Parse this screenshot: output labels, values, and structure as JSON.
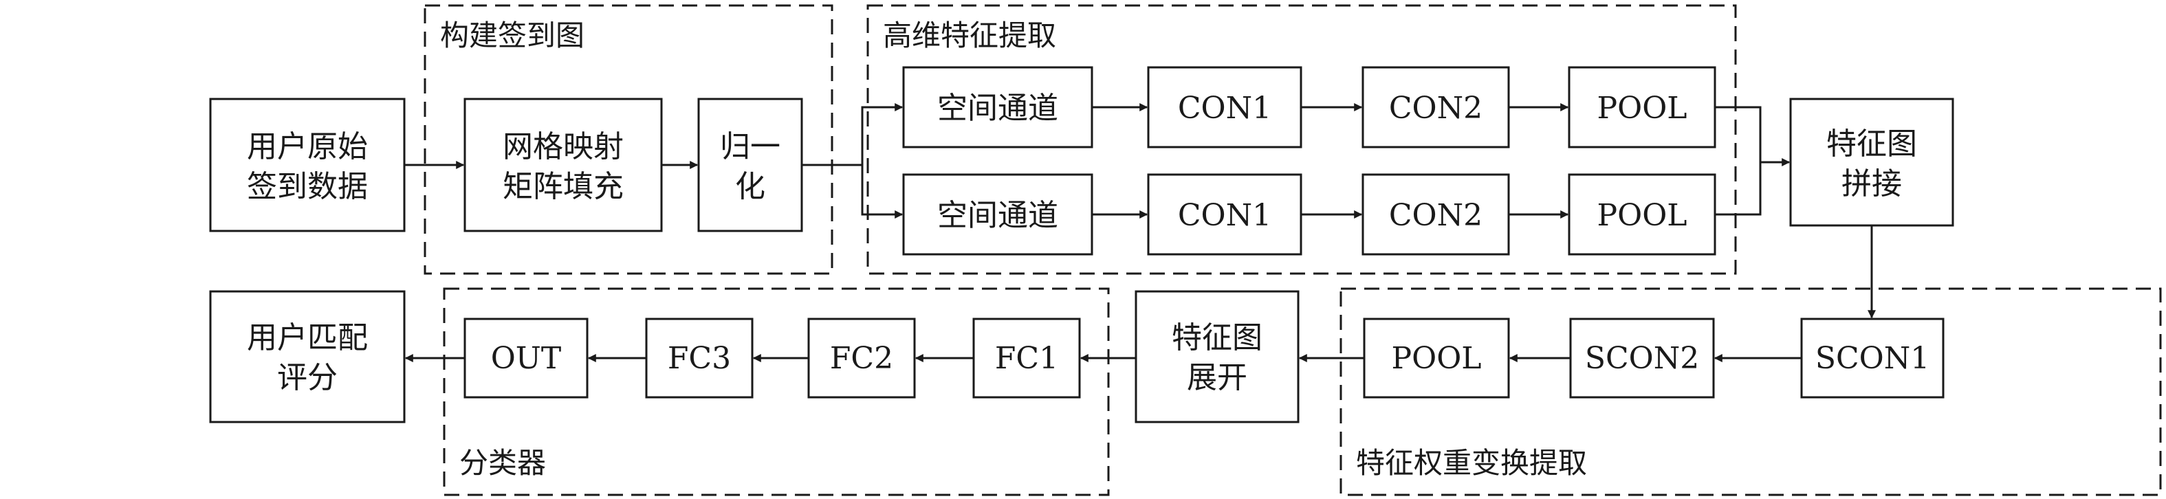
{
  "groups": {
    "build": "构建签到图",
    "feature": "高维特征提取",
    "classifier": "分类器",
    "reweight": "特征权重变换提取"
  },
  "nodes": {
    "raw": [
      "用户原始",
      "签到数据"
    ],
    "grid": [
      "网格映射",
      "矩阵填充"
    ],
    "norm": [
      "归一",
      "化"
    ],
    "row1": [
      "空间通道",
      "CON1",
      "CON2",
      "POOL"
    ],
    "row2": [
      "空间通道",
      "CON1",
      "CON2",
      "POOL"
    ],
    "concat": [
      "特征图",
      "拼接"
    ],
    "scon1": "SCON1",
    "scon2": "SCON2",
    "pool3": "POOL",
    "expand": [
      "特征图",
      "展开"
    ],
    "fc1": "FC1",
    "fc2": "FC2",
    "fc3": "FC3",
    "out": "OUT",
    "score": [
      "用户匹配",
      "评分"
    ]
  }
}
